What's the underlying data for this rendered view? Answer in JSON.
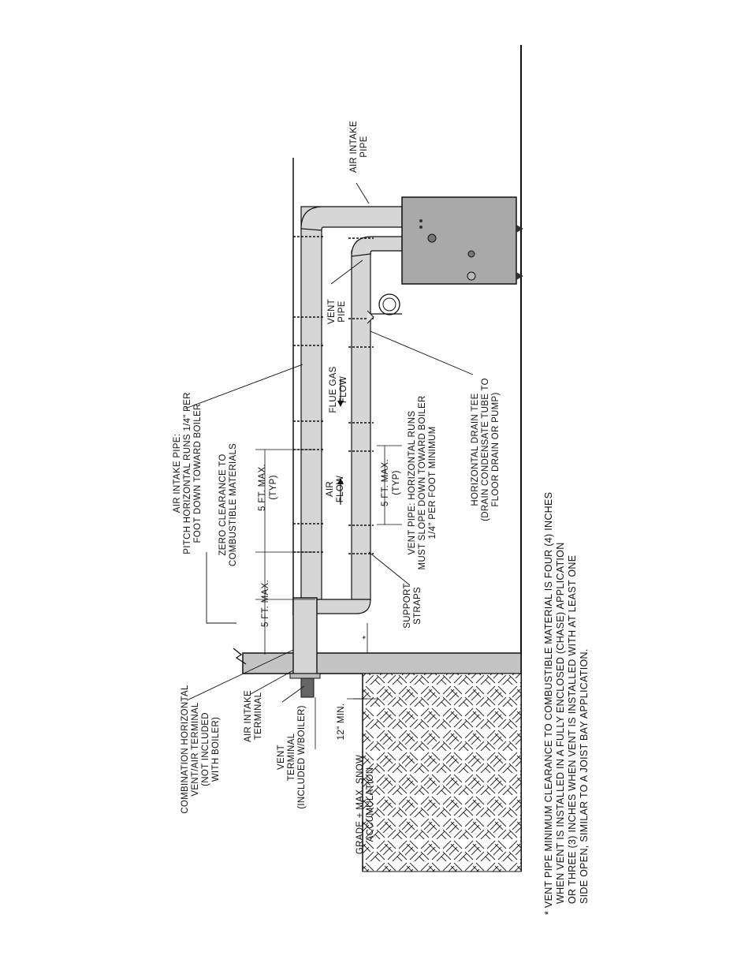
{
  "view_title": "LEFT SIDE VIEW",
  "labels": {
    "air_intake_pipe_top": [
      "AIR INTAKE",
      "PIPE"
    ],
    "vent_pipe": [
      "VENT",
      "PIPE"
    ],
    "flue_gas_flow": [
      "FLUE GAS",
      "FLOW"
    ],
    "air_flow": [
      "AIR",
      "FLOW"
    ],
    "air_intake_pitch": [
      "AIR INTAKE PIPE:",
      "PITCH HORIZONTAL RUNS 1/4\" PER",
      "FOOT DOWN TOWARD BOILER"
    ],
    "zero_clearance": [
      "ZERO CLEARANCE TO",
      "COMBUSTIBLE MATERIALS"
    ],
    "five_ft_typ_upper": [
      "5 FT. MAX.",
      "(TYP)"
    ],
    "five_ft_max": "5 FT. MAX.",
    "five_ft_typ_lower": [
      "5 FT. MAX.",
      "(TYP)"
    ],
    "vent_pipe_slope": [
      "VENT PIPE: HORIZONTAL RUNS",
      "MUST SLOPE DOWN TOWARD BOILER",
      "1/4\" PER FOOT MINIMUM"
    ],
    "horizontal_drain_tee": [
      "HORIZONTAL DRAIN TEE",
      "(DRAIN CONDENSATE TUBE TO",
      "FLOOR DRAIN OR PUMP)"
    ],
    "support_straps": [
      "SUPPORT",
      "STRAPS"
    ],
    "asterisk": "*",
    "combination_terminal": [
      "COMBINATION HORIZONTAL",
      "VENT/AIR TERMINAL",
      "(NOT INCLUDED",
      "WITH BOILER)"
    ],
    "air_intake_terminal": [
      "AIR INTAKE",
      "TERMINAL"
    ],
    "vent_terminal": [
      "VENT",
      "TERMINAL",
      "(INCLUDED W/BOILER)"
    ],
    "twelve_min": "12\" MIN.",
    "grade_snow": [
      "GRADE + MAX. SNOW",
      "ACCUMULATION"
    ]
  },
  "footnote": [
    "* VENT PIPE MINIMUM CLEARANCE TO COMBUSTIBLE MATERIAL IS FOUR (4) INCHES",
    "WHEN VENT IS INSTALLED IN A FULLY ENCLOSED (CHASE) APPLICATION",
    "OR THREE (3) INCHES WHEN VENT IS INSTALLED WITH AT LEAST ONE",
    "SIDE OPEN, SIMILAR TO A JOIST BAY APPLICATION."
  ],
  "colors": {
    "pipe": "#d6d6d6",
    "boiler": "#a9a9a9",
    "wall": "#c4c4c4",
    "line": "#1a1a1a"
  }
}
